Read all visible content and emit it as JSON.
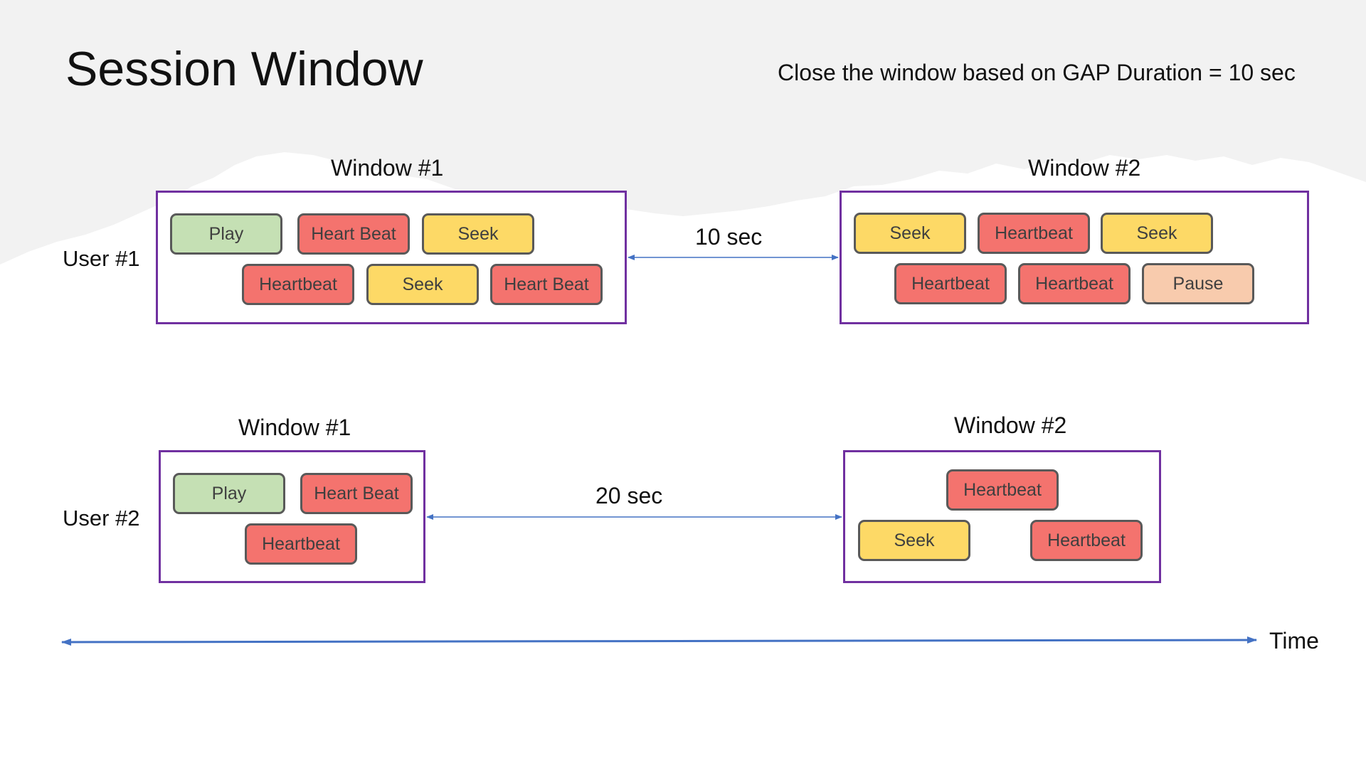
{
  "title": "Session Window",
  "subtitle": "Close the window based on GAP Duration = 10 sec",
  "colors": {
    "window_border": "#7030a0",
    "arrow": "#4472c4",
    "play": "#c5e0b4",
    "heartbeat": "#f4736e",
    "seek": "#fdd966",
    "pause": "#f8cbad"
  },
  "users": [
    {
      "label": "User #1",
      "gap_label": "10 sec",
      "windows": [
        {
          "label": "Window #1",
          "events": [
            "Play",
            "Heart Beat",
            "Seek",
            "Heartbeat",
            "Seek",
            "Heart Beat"
          ]
        },
        {
          "label": "Window #2",
          "events": [
            "Seek",
            "Heartbeat",
            "Seek",
            "Heartbeat",
            "Heartbeat",
            "Pause"
          ]
        }
      ]
    },
    {
      "label": "User #2",
      "gap_label": "20 sec",
      "windows": [
        {
          "label": "Window #1",
          "events": [
            "Play",
            "Heart Beat",
            "Heartbeat"
          ]
        },
        {
          "label": "Window #2",
          "events": [
            "Heartbeat",
            "Seek",
            "Heartbeat"
          ]
        }
      ]
    }
  ],
  "time_label": "Time"
}
